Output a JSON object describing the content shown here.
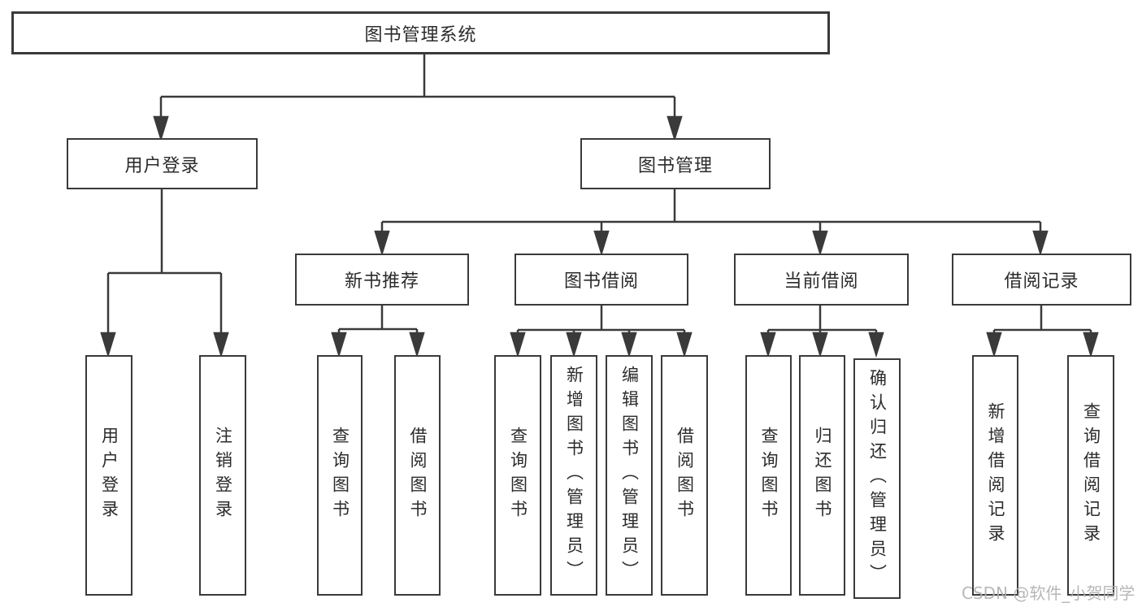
{
  "tree": {
    "root": {
      "label": "图书管理系统"
    },
    "branches": [
      {
        "label": "用户登录",
        "children": [
          {
            "label": "用户登录"
          },
          {
            "label": "注销登录"
          }
        ]
      },
      {
        "label": "图书管理",
        "sections": [
          {
            "label": "新书推荐",
            "children": [
              {
                "label": "查询图书"
              },
              {
                "label": "借阅图书"
              }
            ]
          },
          {
            "label": "图书借阅",
            "children": [
              {
                "label": "查询图书"
              },
              {
                "label": "新增图书（管理员）"
              },
              {
                "label": "编辑图书（管理员）"
              },
              {
                "label": "借阅图书"
              }
            ]
          },
          {
            "label": "当前借阅",
            "children": [
              {
                "label": "查询图书"
              },
              {
                "label": "归还图书"
              },
              {
                "label": "确认归还（管理员）"
              }
            ]
          },
          {
            "label": "借阅记录",
            "children": [
              {
                "label": "新增借阅记录"
              },
              {
                "label": "查询借阅记录"
              }
            ]
          }
        ]
      }
    ]
  },
  "watermark": {
    "text": "CSDN @软件_小贺同学"
  },
  "colors": {
    "line": "#3a3a3a",
    "box_border": "#3a3a3a",
    "box_bg": "#ffffff",
    "text": "#2b2b2b",
    "watermark": "#b0b0b0",
    "background": "#ffffff"
  }
}
